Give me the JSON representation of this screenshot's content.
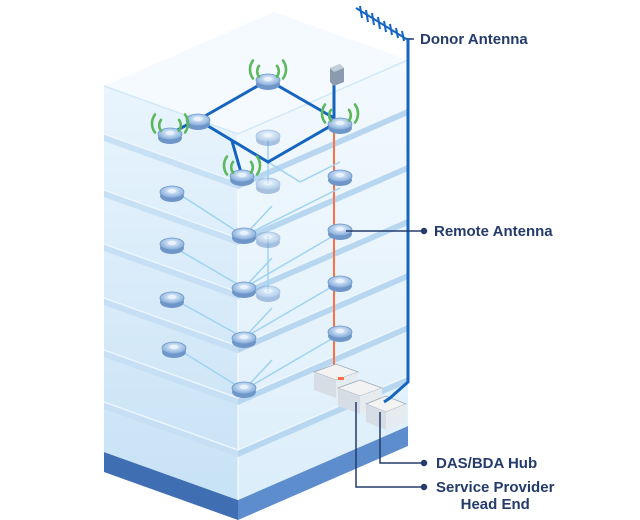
{
  "labels": {
    "donor_antenna": "Donor Antenna",
    "remote_antenna": "Remote Antenna",
    "das_bda_hub": "DAS/BDA Hub",
    "service_provider_line1": "Service Provider",
    "service_provider_line2": "Head End"
  },
  "colors": {
    "cable": "#1565c0",
    "fiber": "#ff7043",
    "signal": "#5cb85c",
    "label_text": "#243b6b",
    "building_glass": "#cfe7f8",
    "building_base": "#4a78b8",
    "antenna": "#8fb3dd"
  },
  "icons": [
    "donor-antenna-icon",
    "remote-antenna-icon",
    "signal-wave-icon",
    "hub-equipment-icon"
  ]
}
